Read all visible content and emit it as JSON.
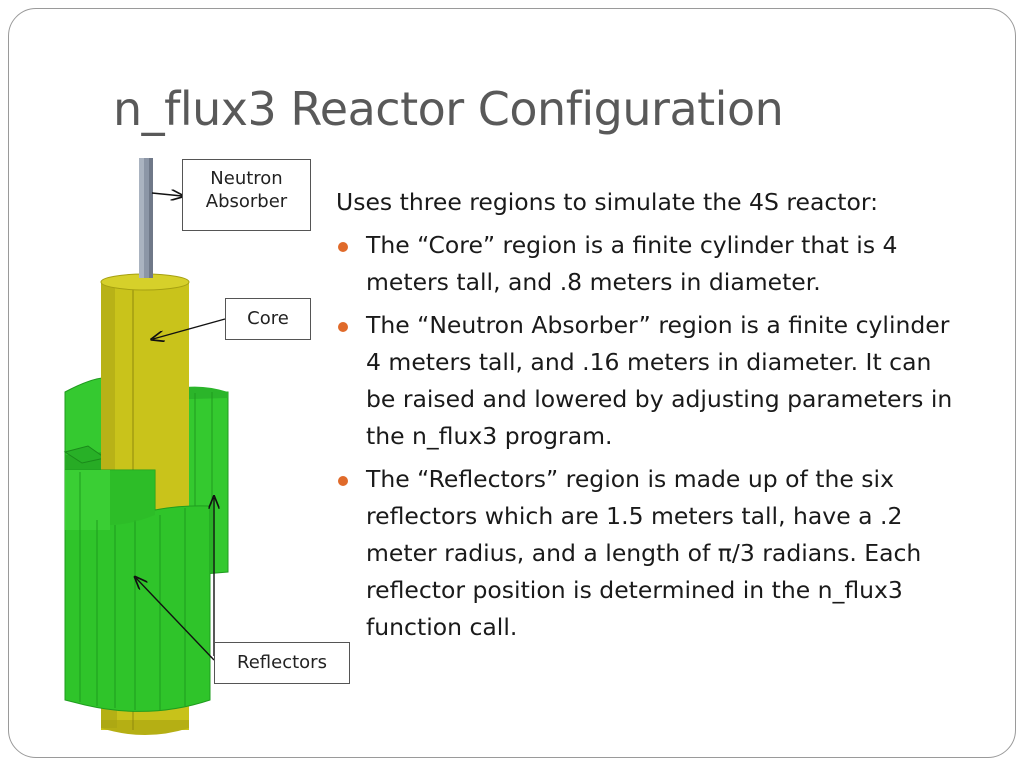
{
  "slide": {
    "title": "n_flux3 Reactor Configuration"
  },
  "diagram": {
    "callouts": {
      "neutron_absorber": [
        "Neutron",
        "Absorber"
      ],
      "core": "Core",
      "reflectors": "Reflectors"
    },
    "colors": {
      "core": "#c8c21a",
      "core_shade": "#9a9410",
      "absorber": "#8c96a6",
      "reflector": "#2fc42a",
      "reflector_shade": "#1e9c1e"
    }
  },
  "content": {
    "intro": "Uses three regions to simulate the 4S reactor:",
    "bullets": [
      "The “Core” region is a finite cylinder that is 4 meters tall, and .8 meters in diameter.",
      "The “Neutron Absorber” region is a finite cylinder 4 meters tall, and .16 meters in diameter.  It can be raised and lowered by adjusting parameters in the n_flux3 program.",
      "The “Reflectors” region is made up of the six reflectors which are 1.5 meters tall, have a .2 meter radius, and a length of π/3 radians.  Each reflector position is determined in the n_flux3 function call."
    ],
    "bullet_color": "#e06a2a"
  }
}
